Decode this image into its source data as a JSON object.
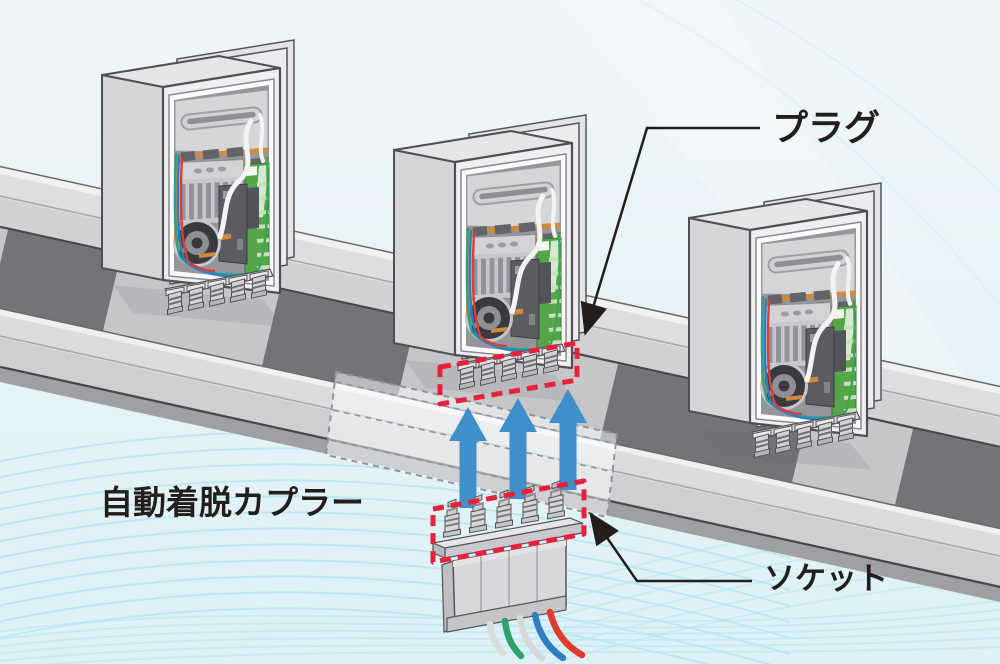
{
  "labels": {
    "plug": "プラグ",
    "coupler": "自動着脱カプラー",
    "socket": "ソケット"
  },
  "scene": {
    "heater_unit_count": 3,
    "plug_pin_count": 5,
    "socket_pin_count": 5,
    "up_arrow_count": 3
  },
  "colors": {
    "background": "#e9f5f8",
    "wave_line": "#b9e7f1",
    "arrow_blue": "#3f8fcb",
    "highlight_red": "#e6213c",
    "label_text": "#231e1b",
    "conveyor_light": "#dcdcde",
    "belt_dark": "#747478",
    "cable_colors": [
      "#dcdcdc",
      "#2ea06b",
      "#d8d8d8",
      "#2f7fc0",
      "#e03a2e"
    ]
  }
}
